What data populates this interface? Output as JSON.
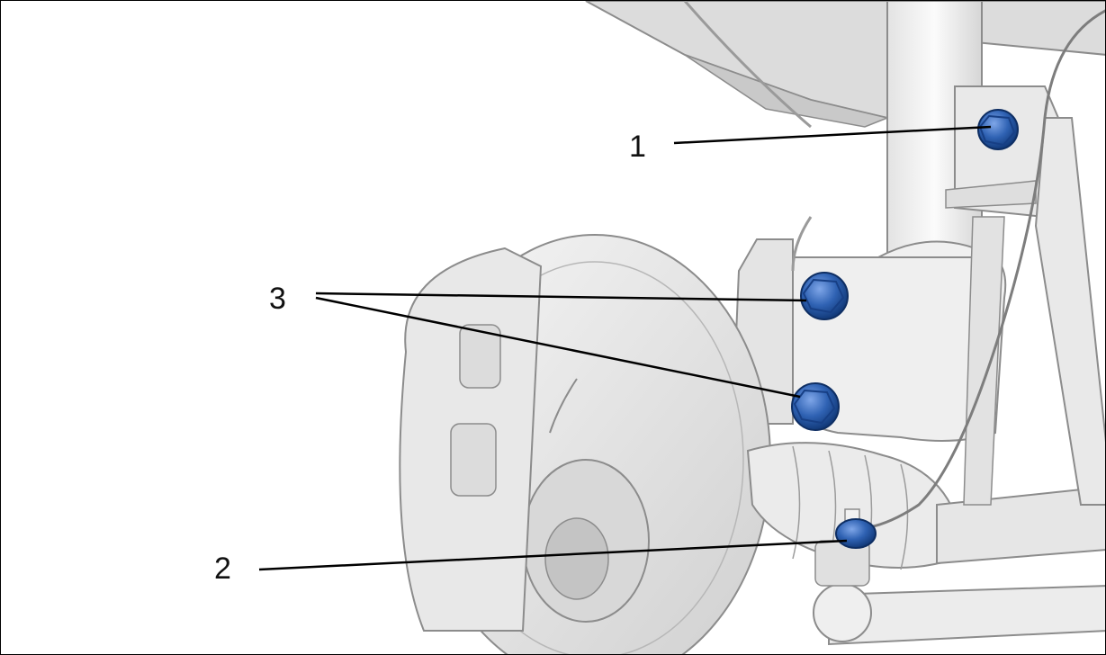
{
  "callouts": {
    "c1": "1",
    "c2": "2",
    "c3": "3"
  },
  "colors": {
    "bolt": "#2f62b3",
    "part": "#ececec",
    "part_shadow": "#d2d2d2",
    "outline": "#8c8c8c",
    "leader": "#000000"
  }
}
